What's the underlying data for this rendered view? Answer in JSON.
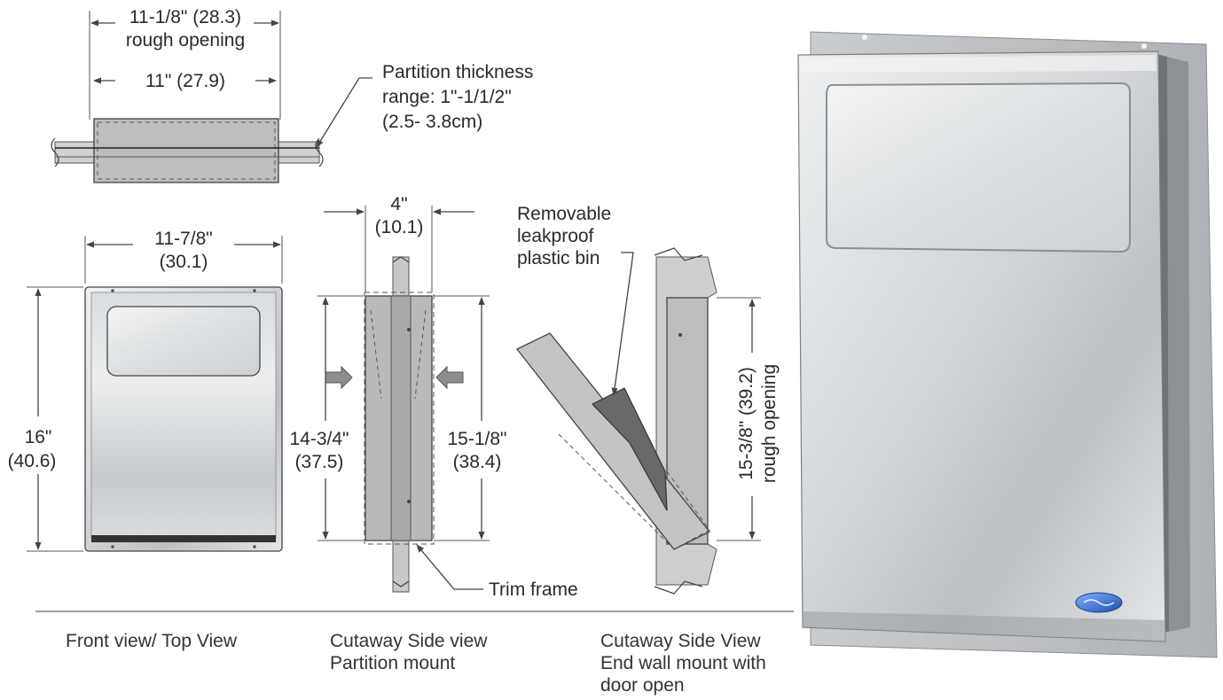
{
  "top_view": {
    "rough_opening_dim": "11-1/8\" (28.3)",
    "rough_opening_label": "rough opening",
    "width_dim": "11\" (27.9)",
    "partition_line1": "Partition thickness",
    "partition_line2": "range: 1\"-1/1/2\"",
    "partition_line3": "(2.5- 3.8cm)"
  },
  "front_view": {
    "width_dim": "11-7/8\"",
    "width_metric": "(30.1)",
    "height_dim": "16\"",
    "height_metric": "(40.6)"
  },
  "side_partition": {
    "depth_dim": "4\"",
    "depth_metric": "(10.1)",
    "left_height_dim": "14-3/4\"",
    "left_height_metric": "(37.5)",
    "right_height_dim": "15-1/8\"",
    "right_height_metric": "(38.4)",
    "trim_label": "Trim frame"
  },
  "side_endwall": {
    "bin_line1": "Removable",
    "bin_line2": "leakproof",
    "bin_line3": "plastic bin",
    "opening_dim": "15-3/8\" (39.2)",
    "opening_label": "rough opening"
  },
  "captions": {
    "front": "Front view/ Top View",
    "partition_line1": "Cutaway Side view",
    "partition_line2": "Partition mount",
    "endwall_line1": "Cutaway Side View",
    "endwall_line2": "End wall mount with",
    "endwall_line3": "door open"
  },
  "colors": {
    "steel_light": "#e2e4e6",
    "steel_dark": "#a9adb1",
    "gray_fill": "#b5b5b5",
    "dark_bin": "#6a6a6a",
    "logo_blue": "#2c64c8"
  }
}
